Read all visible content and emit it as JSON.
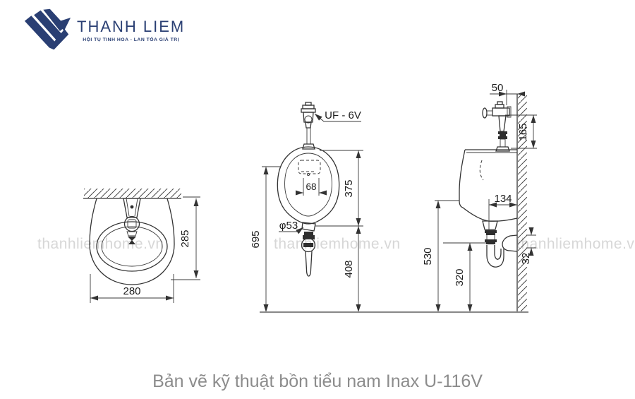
{
  "logo": {
    "name": "THANH LIEM",
    "tagline": "HỘI TỤ TINH HOA - LAN TỎA GIÁ TRỊ",
    "color": "#2a3f73"
  },
  "watermark": {
    "text": "thanhliemhome.vn",
    "color": "#d7d7d7"
  },
  "caption": "Bản vẽ kỹ thuật bồn tiểu nam Inax U-116V",
  "drawing": {
    "line_color": "#333333",
    "views": {
      "top_view": {
        "dims": {
          "width": "280",
          "depth": "285"
        }
      },
      "front_view": {
        "valve_label": "UF - 6V",
        "dims": {
          "spreader_width": "68",
          "bowl_height": "375",
          "total_height": "695",
          "drain_height": "408",
          "outlet_diameter": "φ53"
        }
      },
      "side_view": {
        "dims": {
          "valve_offset": "50",
          "valve_height": "165",
          "bottom_depth": "134",
          "rim_height": "530",
          "trap_height": "320",
          "inlet_size": "32"
        }
      }
    }
  }
}
